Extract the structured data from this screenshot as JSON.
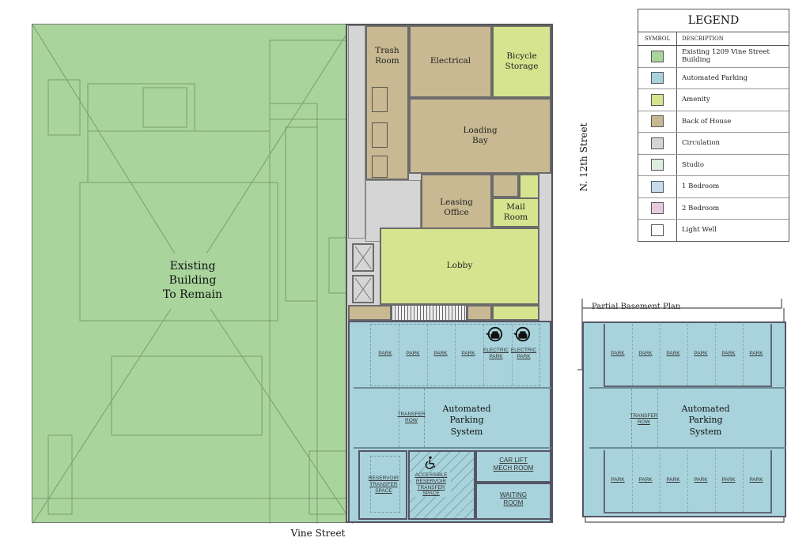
{
  "legend": {
    "title": "LEGEND",
    "col_symbol": "SYMBOL",
    "col_description": "DESCRIPTION",
    "items": [
      {
        "label": "Existing 1209 Vine Street Building",
        "color": "#a9d59c"
      },
      {
        "label": "Automated Parking",
        "color": "#a8d3dc"
      },
      {
        "label": "Amenity",
        "color": "#d6e48f"
      },
      {
        "label": "Back of House",
        "color": "#c8b992"
      },
      {
        "label": "Circulation",
        "color": "#d5d5d5"
      },
      {
        "label": "Studio",
        "color": "#ddeedd"
      },
      {
        "label": "1 Bedroom",
        "color": "#c5dbe8"
      },
      {
        "label": "2 Bedroom",
        "color": "#e8c8dc"
      },
      {
        "label": "Light Well",
        "color": "#ffffff"
      }
    ]
  },
  "streets": {
    "vine": "Vine Street",
    "n12th": "N. 12th Street"
  },
  "existing": {
    "label": "Existing\nBuilding\nTo Remain"
  },
  "rooms": {
    "trash": "Trash\nRoom",
    "electrical": "Electrical",
    "bicycle": "Bicycle\nStorage",
    "loading": "Loading\nBay",
    "leasing": "Leasing\nOffice",
    "mail": "Mail\nRoom",
    "lobby": "Lobby"
  },
  "ground_parking": {
    "slots": [
      "PARK",
      "PARK",
      "PARK",
      "PARK",
      "ELECTRIC\nPARK",
      "ELECTRIC\nPARK"
    ],
    "transfer_row": "TRANSFER\nROW",
    "system_label": "Automated\nParking\nSystem",
    "reservoir": "RESERVOIR\nTRANSFER\nSPACE",
    "accessible": "ACCESSIBLE\nRESERVOIR\nTRANSFER\nSPACE",
    "car_lift": "CAR LIFT\nMECH ROOM",
    "waiting": "WAITING\nROOM"
  },
  "basement": {
    "title": "Partial Basement Plan",
    "top_slots": [
      "PARK",
      "PARK",
      "PARK",
      "PARK",
      "PARK",
      "PARK"
    ],
    "bottom_slots": [
      "PARK",
      "PARK",
      "PARK",
      "PARK",
      "PARK",
      "PARK"
    ],
    "transfer_row": "TRANSFER\nROW",
    "system_label": "Automated\nParking\nSystem"
  }
}
